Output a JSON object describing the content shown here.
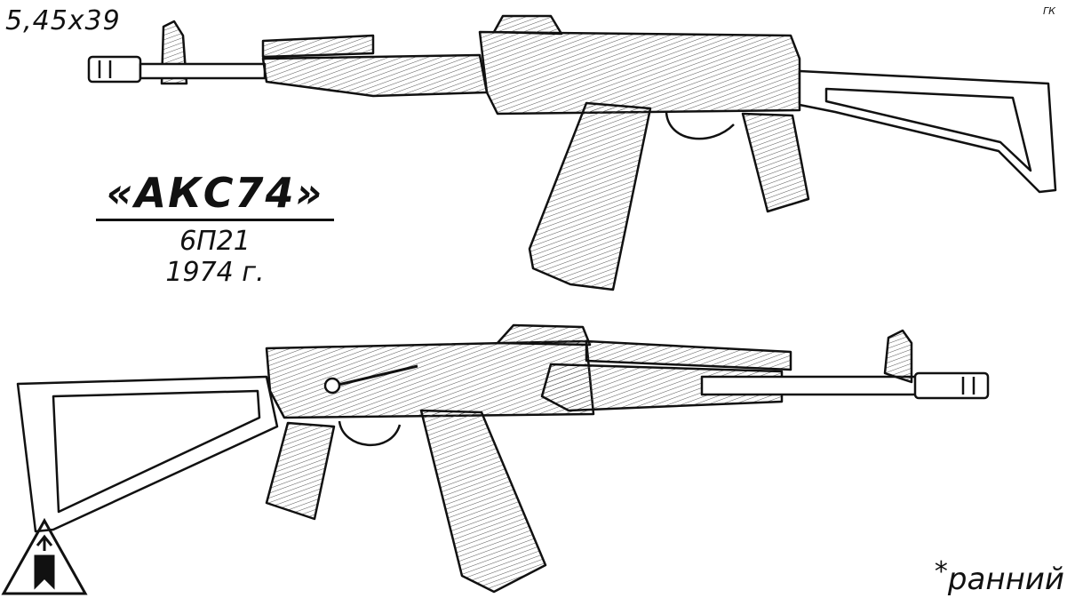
{
  "caliber": "5,45x39",
  "author_mark": "ГК",
  "title": "«АКС74»",
  "index": "6П21",
  "year": "1974 г.",
  "note": {
    "asterisk": "*",
    "text": "ранний"
  },
  "colors": {
    "ink": "#111111",
    "paper": "#ffffff",
    "hatch": "#555555"
  }
}
